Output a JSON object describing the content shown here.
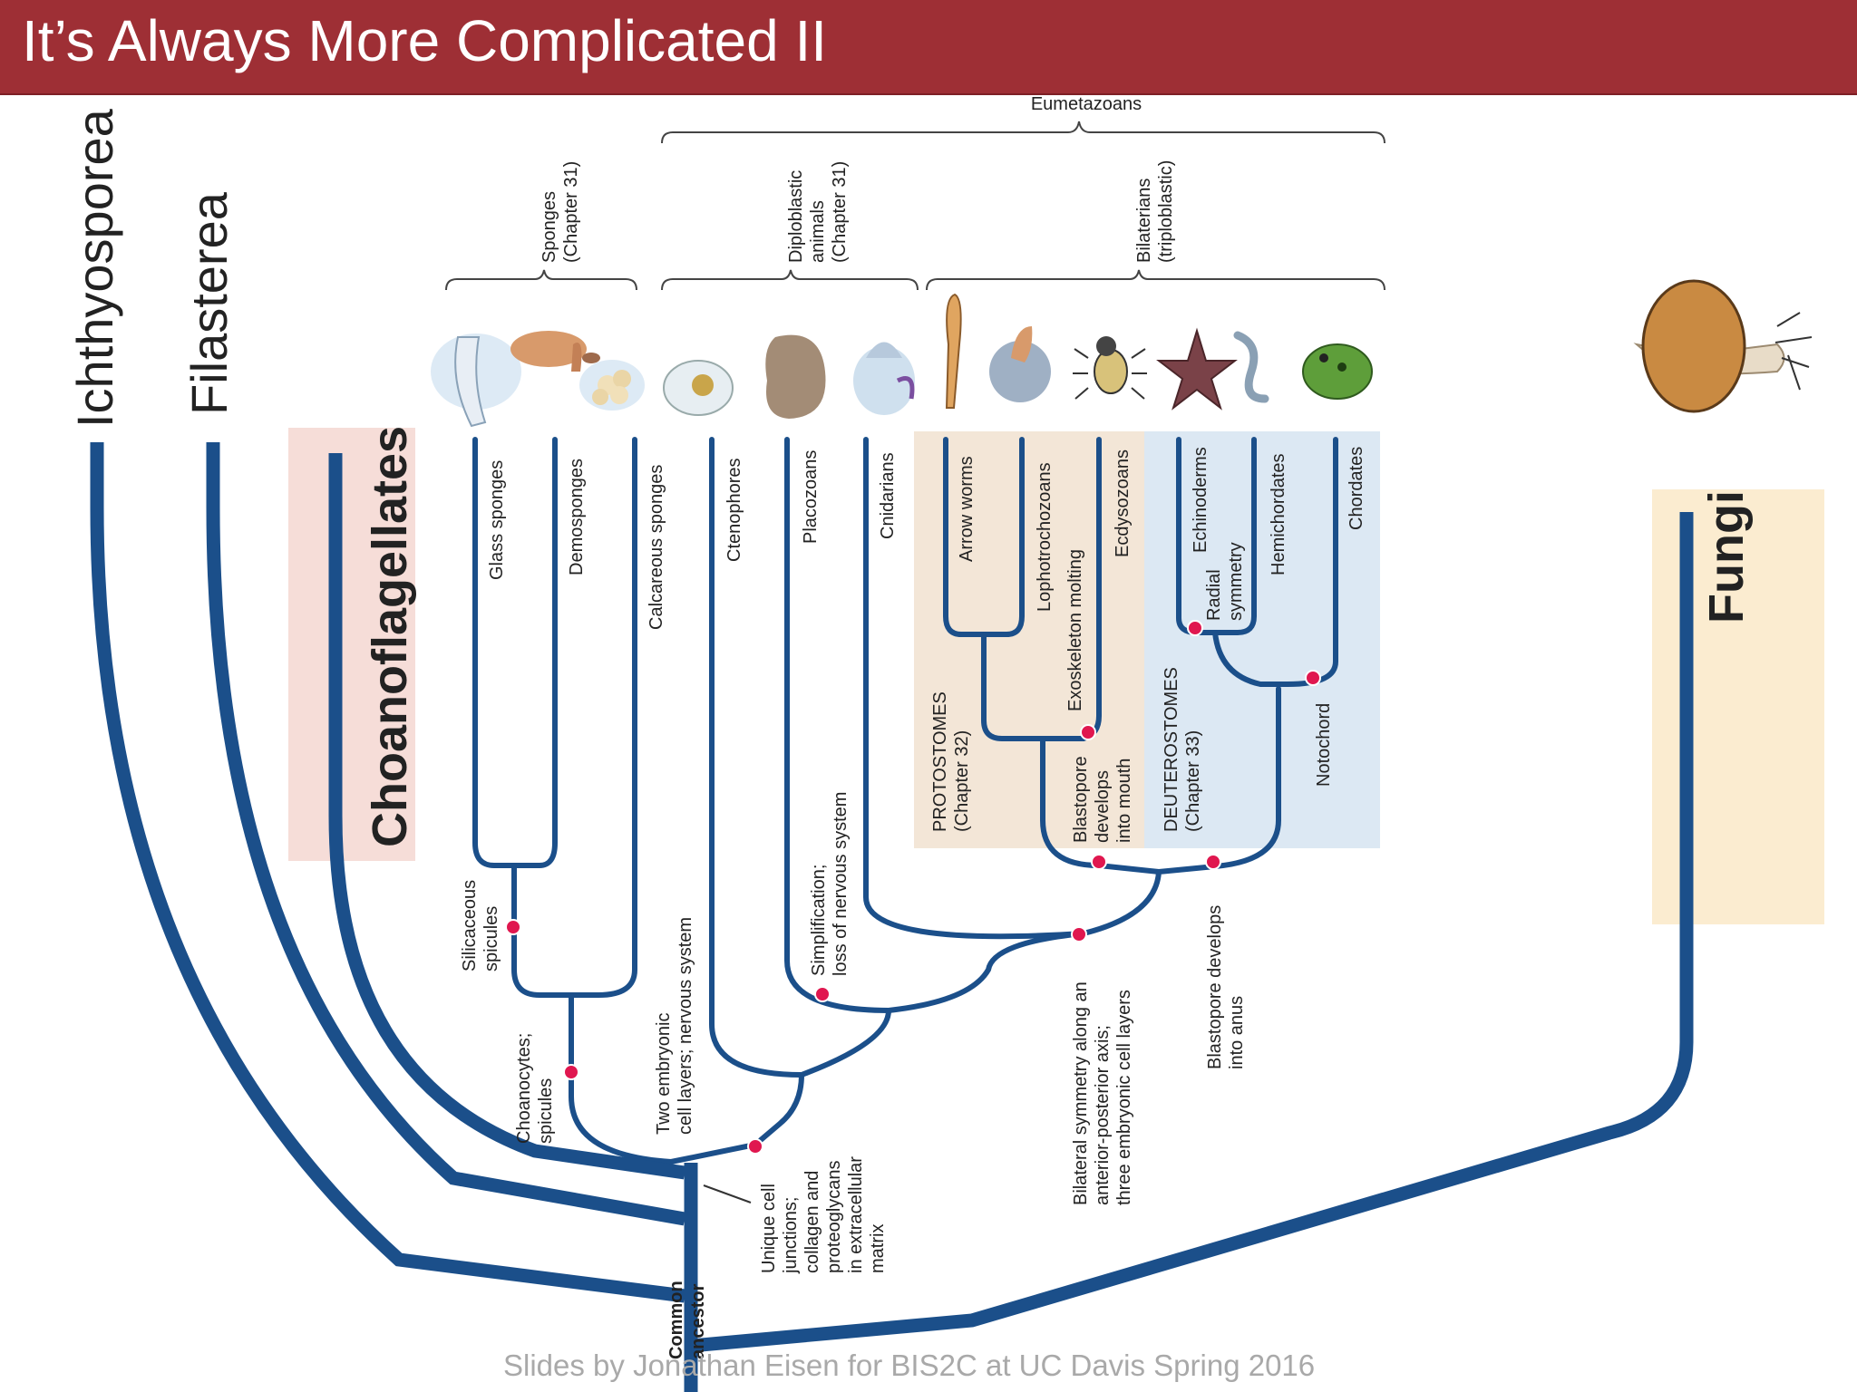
{
  "slide": {
    "title": "It’s Always More Complicated II",
    "footer": "Slides by Jonathan Eisen for BIS2C at UC Davis Spring 2016"
  },
  "outgroups": {
    "ichthyosporea": "Ichthyosporea",
    "filasterea": "Filasterea",
    "choanoflagellates": "Choanoflagellates",
    "fungi": "Fungi"
  },
  "brackets": {
    "eumetazoans": "Eumetazoans",
    "sponges": [
      "Sponges",
      "(Chapter 31)"
    ],
    "diploblastic": [
      "Diploblastic",
      "animals",
      "(Chapter 31)"
    ],
    "bilaterians": [
      "Bilaterians",
      "(triploblastic)"
    ]
  },
  "taxa": {
    "glass_sponges": "Glass sponges",
    "demosponges": "Demosponges",
    "calcareous_sponges": "Calcareous sponges",
    "ctenophores": "Ctenophores",
    "placozoans": "Placozoans",
    "cnidarians": "Cnidarians",
    "arrow_worms": "Arrow worms",
    "lophotrochozoans": "Lophotrochozoans",
    "ecdysozoans": "Ecdysozoans",
    "echinoderms": "Echinoderms",
    "hemichordates": "Hemichordates",
    "chordates": "Chordates"
  },
  "groups": {
    "protostomes": [
      "PROTOSTOMES",
      "(Chapter 32)"
    ],
    "deuterostomes": [
      "DEUTEROSTOMES",
      "(Chapter 33)"
    ]
  },
  "traits": {
    "silicaceous": [
      "Silicaceous",
      "spicules"
    ],
    "choanocytes": [
      "Choanocytes;",
      "spicules"
    ],
    "two_layers": [
      "Two embryonic",
      "cell layers; nervous system"
    ],
    "unique_junctions": [
      "Unique cell",
      "junctions;",
      "collagen and",
      "proteoglycans",
      "in extracellular",
      "matrix"
    ],
    "simplification": [
      "Simplification;",
      "loss of nervous system"
    ],
    "bilateral": [
      "Bilateral symmetry along an",
      "anterior-posterior axis;",
      "three embryonic cell layers"
    ],
    "blastopore_mouth": [
      "Blastopore",
      "develops",
      "into mouth"
    ],
    "exoskeleton": "Exoskeleton molting",
    "radial": [
      "Radial",
      "symmetry"
    ],
    "notochord": "Notochord",
    "blastopore_anus": [
      "Blastopore develops",
      "into anus"
    ],
    "common_ancestor": [
      "Common",
      "ancestor"
    ]
  },
  "colors": {
    "title_bg": "#9e2f35",
    "branch": "#1b4f8a",
    "dot": "#e0174f",
    "choano_box": "#f6ddd8",
    "protostome_box": "#f3e6d7",
    "deuterostome_box": "#dce8f3",
    "fungi_box": "#fbecd0",
    "footer": "#a9a9a9"
  }
}
